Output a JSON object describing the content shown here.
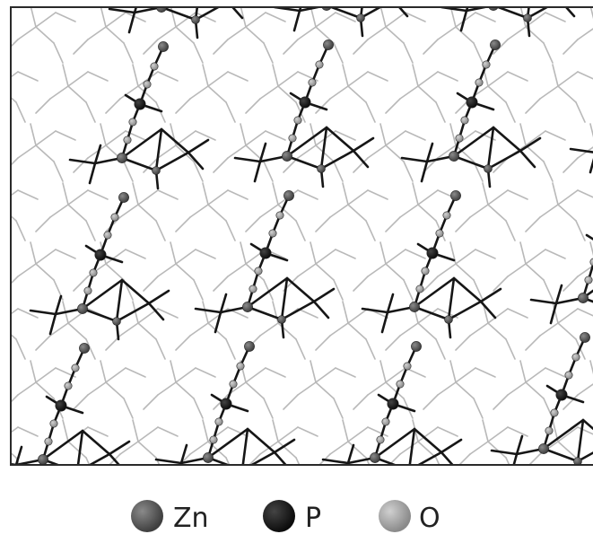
{
  "legend": {
    "items": [
      {
        "label": "Zn",
        "color": "#555555",
        "icon": "zn-atom-icon"
      },
      {
        "label": "P",
        "color": "#1a1a1a",
        "icon": "p-atom-icon"
      },
      {
        "label": "O",
        "color": "#9a9a9a",
        "icon": "o-atom-icon"
      }
    ]
  },
  "structure": {
    "frame_color": "#2a2a2a",
    "background_bond_color": "#b9b9b9",
    "foreground_bond_color": "#161616"
  }
}
